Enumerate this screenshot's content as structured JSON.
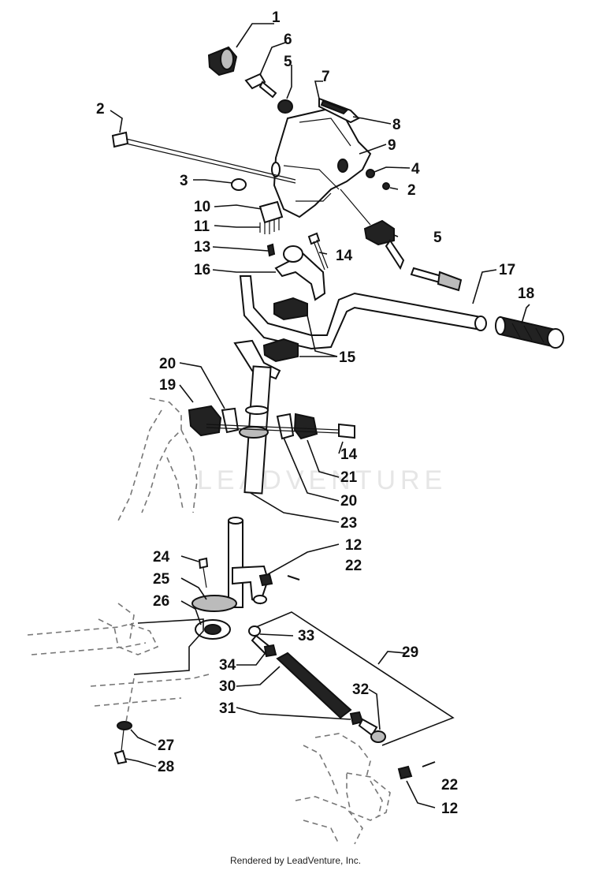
{
  "watermark": "LEADVENTURE",
  "footer": "Rendered by LeadVenture, Inc.",
  "callouts": [
    "1",
    "6",
    "5",
    "7",
    "2",
    "8",
    "9",
    "4",
    "3",
    "2",
    "10",
    "5",
    "11",
    "13",
    "14",
    "16",
    "17",
    "18",
    "15",
    "20",
    "19",
    "14",
    "21",
    "20",
    "23",
    "12",
    "24",
    "22",
    "25",
    "26",
    "33",
    "29",
    "34",
    "30",
    "32",
    "31",
    "27",
    "28",
    "22",
    "12"
  ]
}
